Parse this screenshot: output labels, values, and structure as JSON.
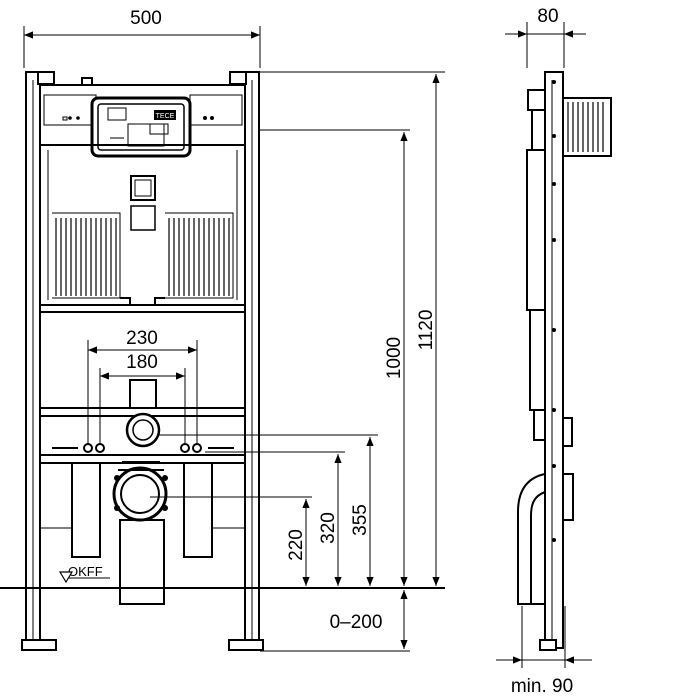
{
  "drawing": {
    "dimensions": {
      "frame_width": "500",
      "side_depth": "80",
      "total_height": "1120",
      "height_to_flush": "1000",
      "bolt_spacing_outer": "230",
      "bolt_spacing_inner": "180",
      "height_355": "355",
      "height_320": "320",
      "height_220": "220",
      "floor_adjust": "0–200",
      "min_depth": "min. 90"
    },
    "labels": {
      "floor_level": "OKFF",
      "logo": "TECE"
    }
  }
}
